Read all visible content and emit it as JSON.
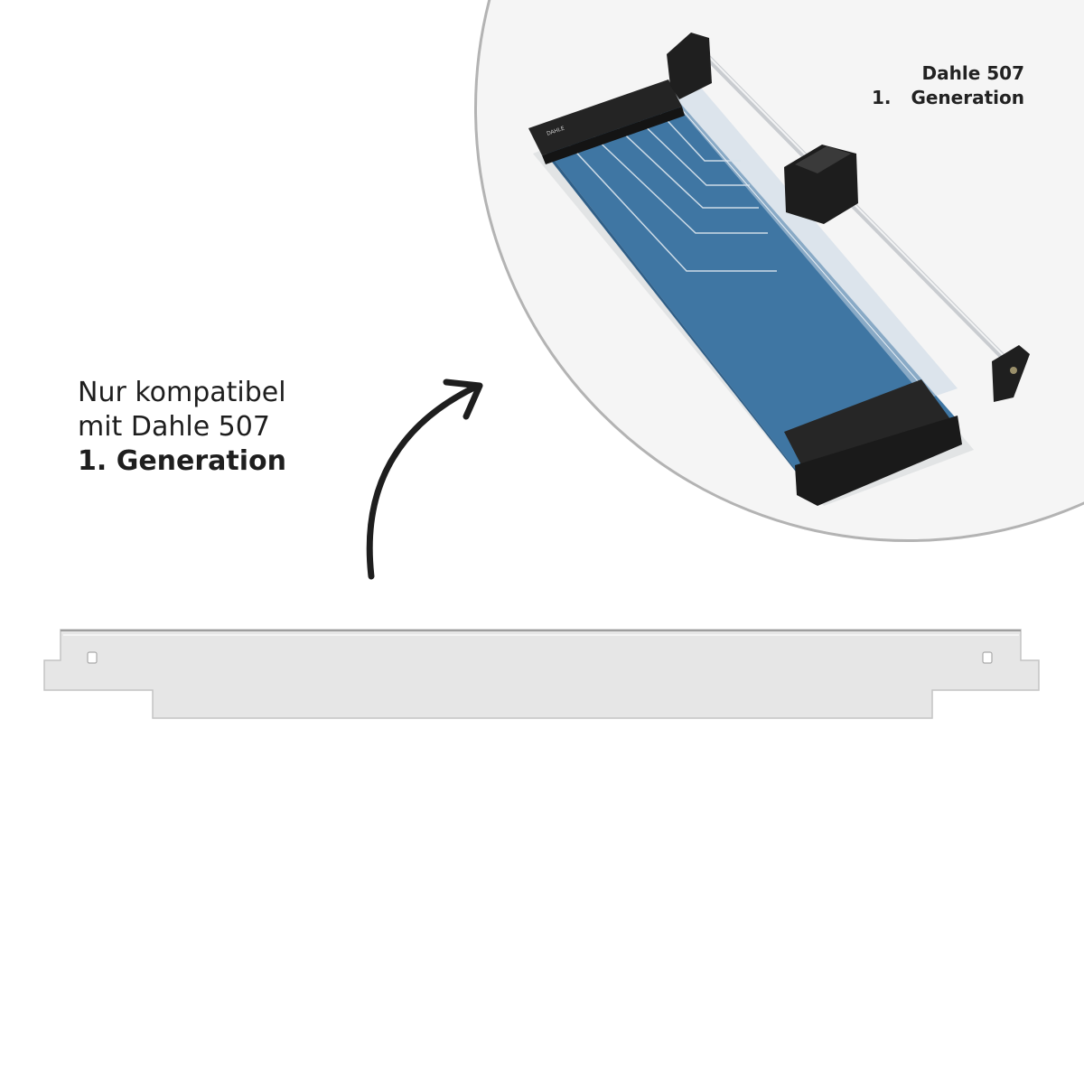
{
  "circle_caption": {
    "model": "Dahle 507",
    "generation_number": "1.",
    "generation_word": "Generation"
  },
  "headline": {
    "line1": "Nur kompatibel",
    "line2": "mit Dahle 507",
    "line3": "1. Generation"
  },
  "product_image": {
    "brand_label": "DAHLE",
    "description": "Dahle 507 rolling trimmer, blue base plate with black end caps, chrome guide rails and black cutting head",
    "colors": {
      "base_blue": "#3f76a3",
      "base_blue_dark": "#2f5f88",
      "black_parts": "#222222",
      "rail": "#c9ccd0",
      "circle_bg": "#f5f5f5",
      "circle_border": "#b3b3b3"
    }
  },
  "spare_part": {
    "description": "Transparent cutting strip / guide bar",
    "color": "#e6e6e6",
    "edge_color": "#bcbcbc"
  },
  "arrow": {
    "color": "#1e1e1e",
    "direction": "up-right"
  }
}
